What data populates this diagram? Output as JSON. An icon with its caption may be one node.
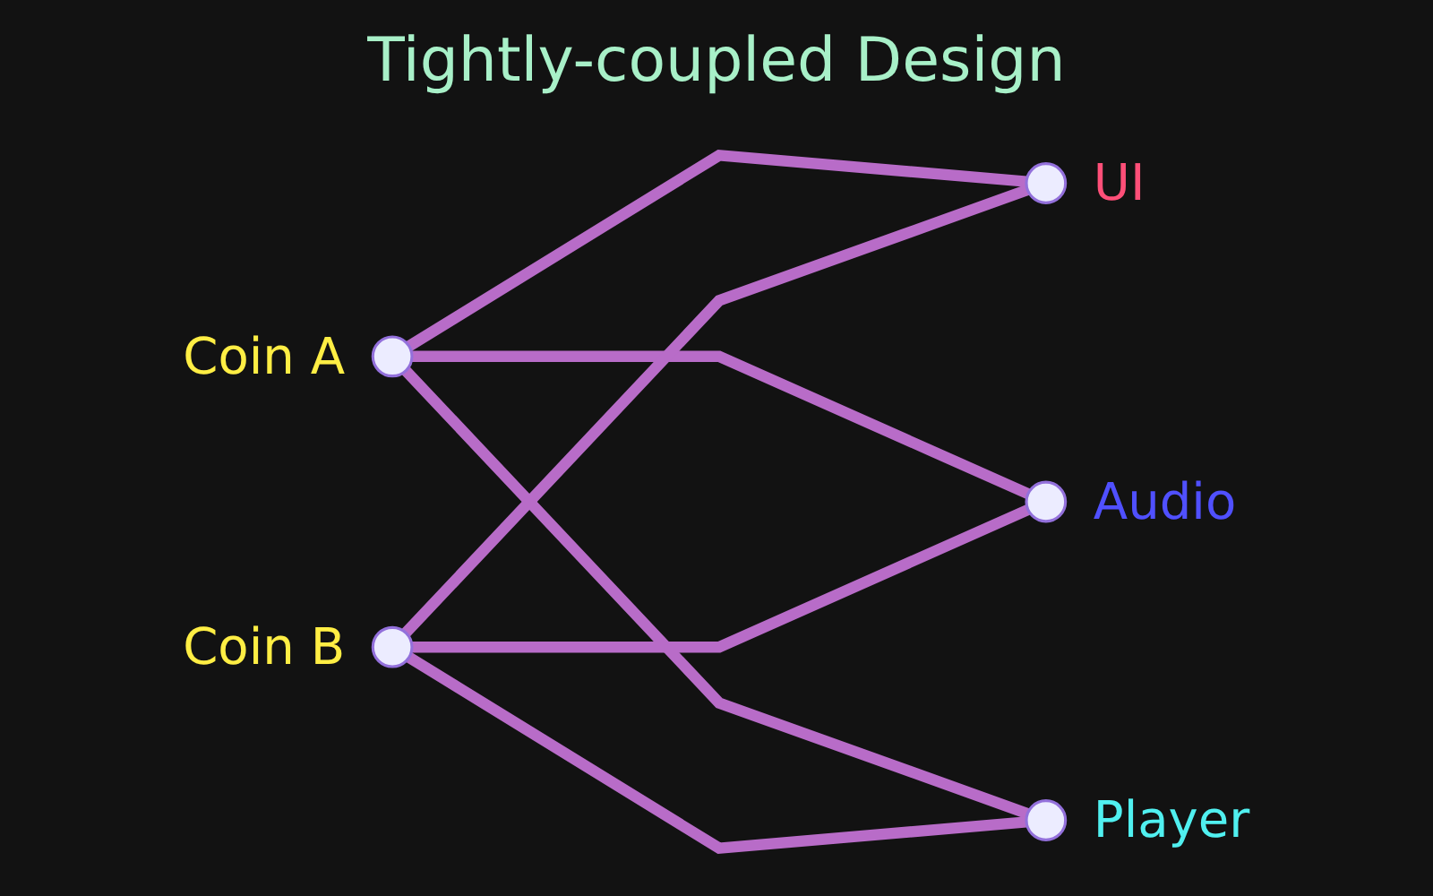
{
  "diagram": {
    "title": "Tightly-coupled Design",
    "nodes": [
      {
        "text": [],
        "shape": "circle",
        "beside": [
          "Coin A"
        ]
      },
      {
        "text": [],
        "shape": "circle",
        "beside": [
          "Coin B"
        ]
      },
      {
        "text": [],
        "shape": "circle",
        "beside": [
          "UI"
        ]
      },
      {
        "text": [],
        "shape": "circle",
        "beside": [
          "Audio"
        ]
      },
      {
        "text": [],
        "shape": "circle",
        "beside": [
          "Player"
        ]
      }
    ],
    "edges": [
      {
        "from": 0,
        "to": 2,
        "arrow": "none"
      },
      {
        "from": 0,
        "to": 3,
        "arrow": "none"
      },
      {
        "from": 0,
        "to": 4,
        "arrow": "none"
      },
      {
        "from": 1,
        "to": 2,
        "arrow": "none"
      },
      {
        "from": 1,
        "to": 3,
        "arrow": "none"
      },
      {
        "from": 1,
        "to": 4,
        "arrow": "none"
      }
    ]
  }
}
